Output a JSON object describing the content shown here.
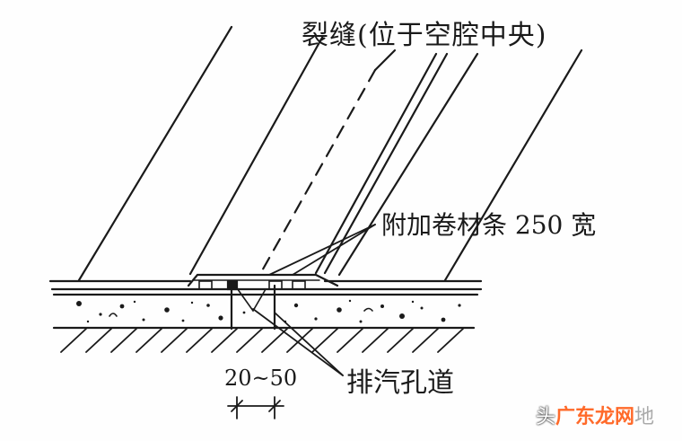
{
  "labels": {
    "crack": "裂缝(位于空腔中央)",
    "strip": "附加卷材条 250 宽",
    "vent": "排汽孔道",
    "dimension": "20~50"
  },
  "watermark": {
    "prefix": "头",
    "brand": "广东龙网",
    "suffix": "地"
  },
  "colors": {
    "line": "#1a1a1a",
    "background": "#fefefe",
    "watermark_brand": "#ff6a2a"
  }
}
